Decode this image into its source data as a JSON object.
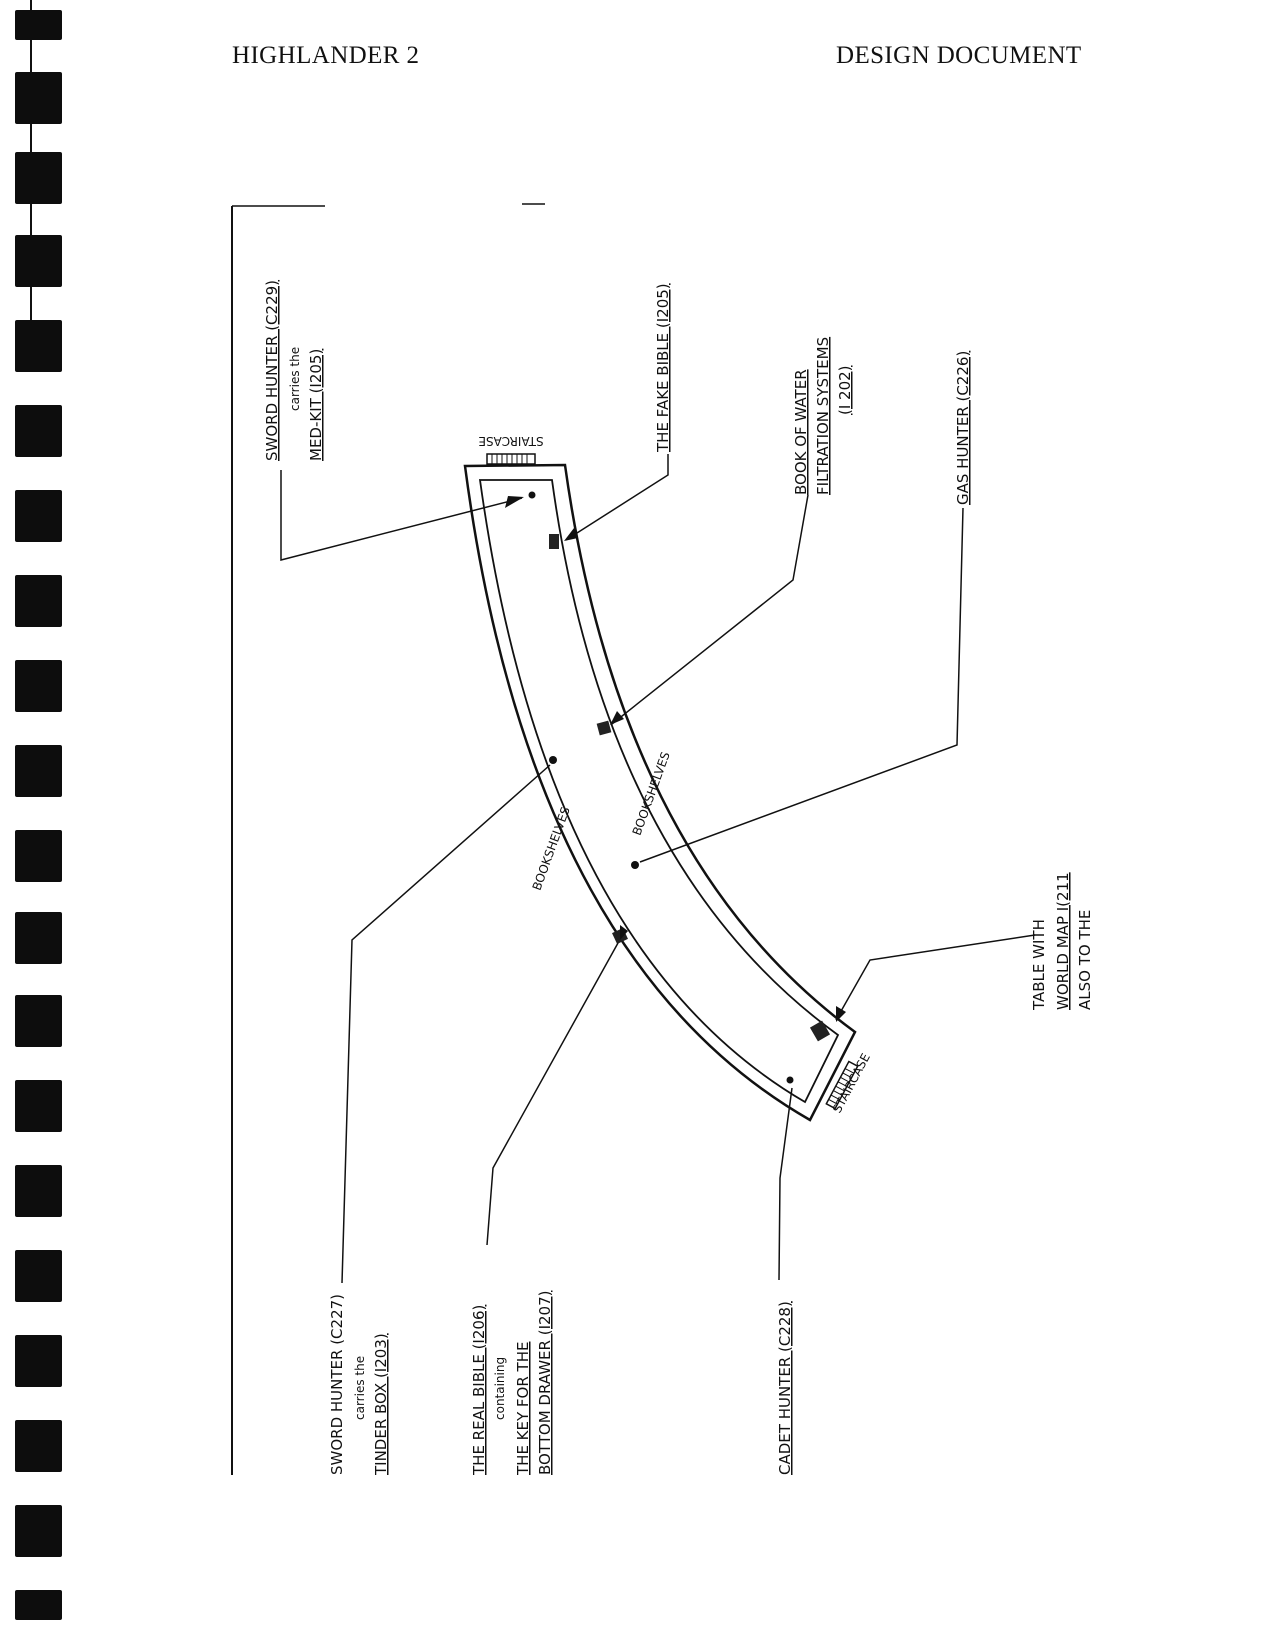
{
  "header": {
    "left": "HIGHLANDER 2",
    "right": "DESIGN DOCUMENT"
  },
  "diagram": {
    "stair_top": "STAIRCASE",
    "stair_bottom": "STAIRCASE",
    "shelves_upper": "BOOKSHELVES",
    "shelves_lower": "BOOKSHELVES",
    "sword_hunter_top": [
      "SWORD HUNTER (C229)",
      "carries the",
      "MED-KIT (I205)"
    ],
    "fake_bible": "THE FAKE BIBLE (I205)",
    "book_water": [
      "BOOK OF WATER",
      "FILTRATION SYSTEMS",
      "(I 202)"
    ],
    "gas_hunter": "GAS HUNTER (C226)",
    "table_map": [
      "TABLE WITH",
      "WORLD MAP I(211",
      "ALSO TO THE"
    ],
    "sword_hunter_bottom": [
      "SWORD HUNTER (C227)",
      "carries the",
      "TINDER BOX (I203)"
    ],
    "real_bible": [
      "THE REAL BIBLE (I206)",
      "containing",
      "THE KEY FOR THE",
      "BOTTOM DRAWER (I207)"
    ],
    "cadet_hunter": "CADET HUNTER (C228)"
  }
}
